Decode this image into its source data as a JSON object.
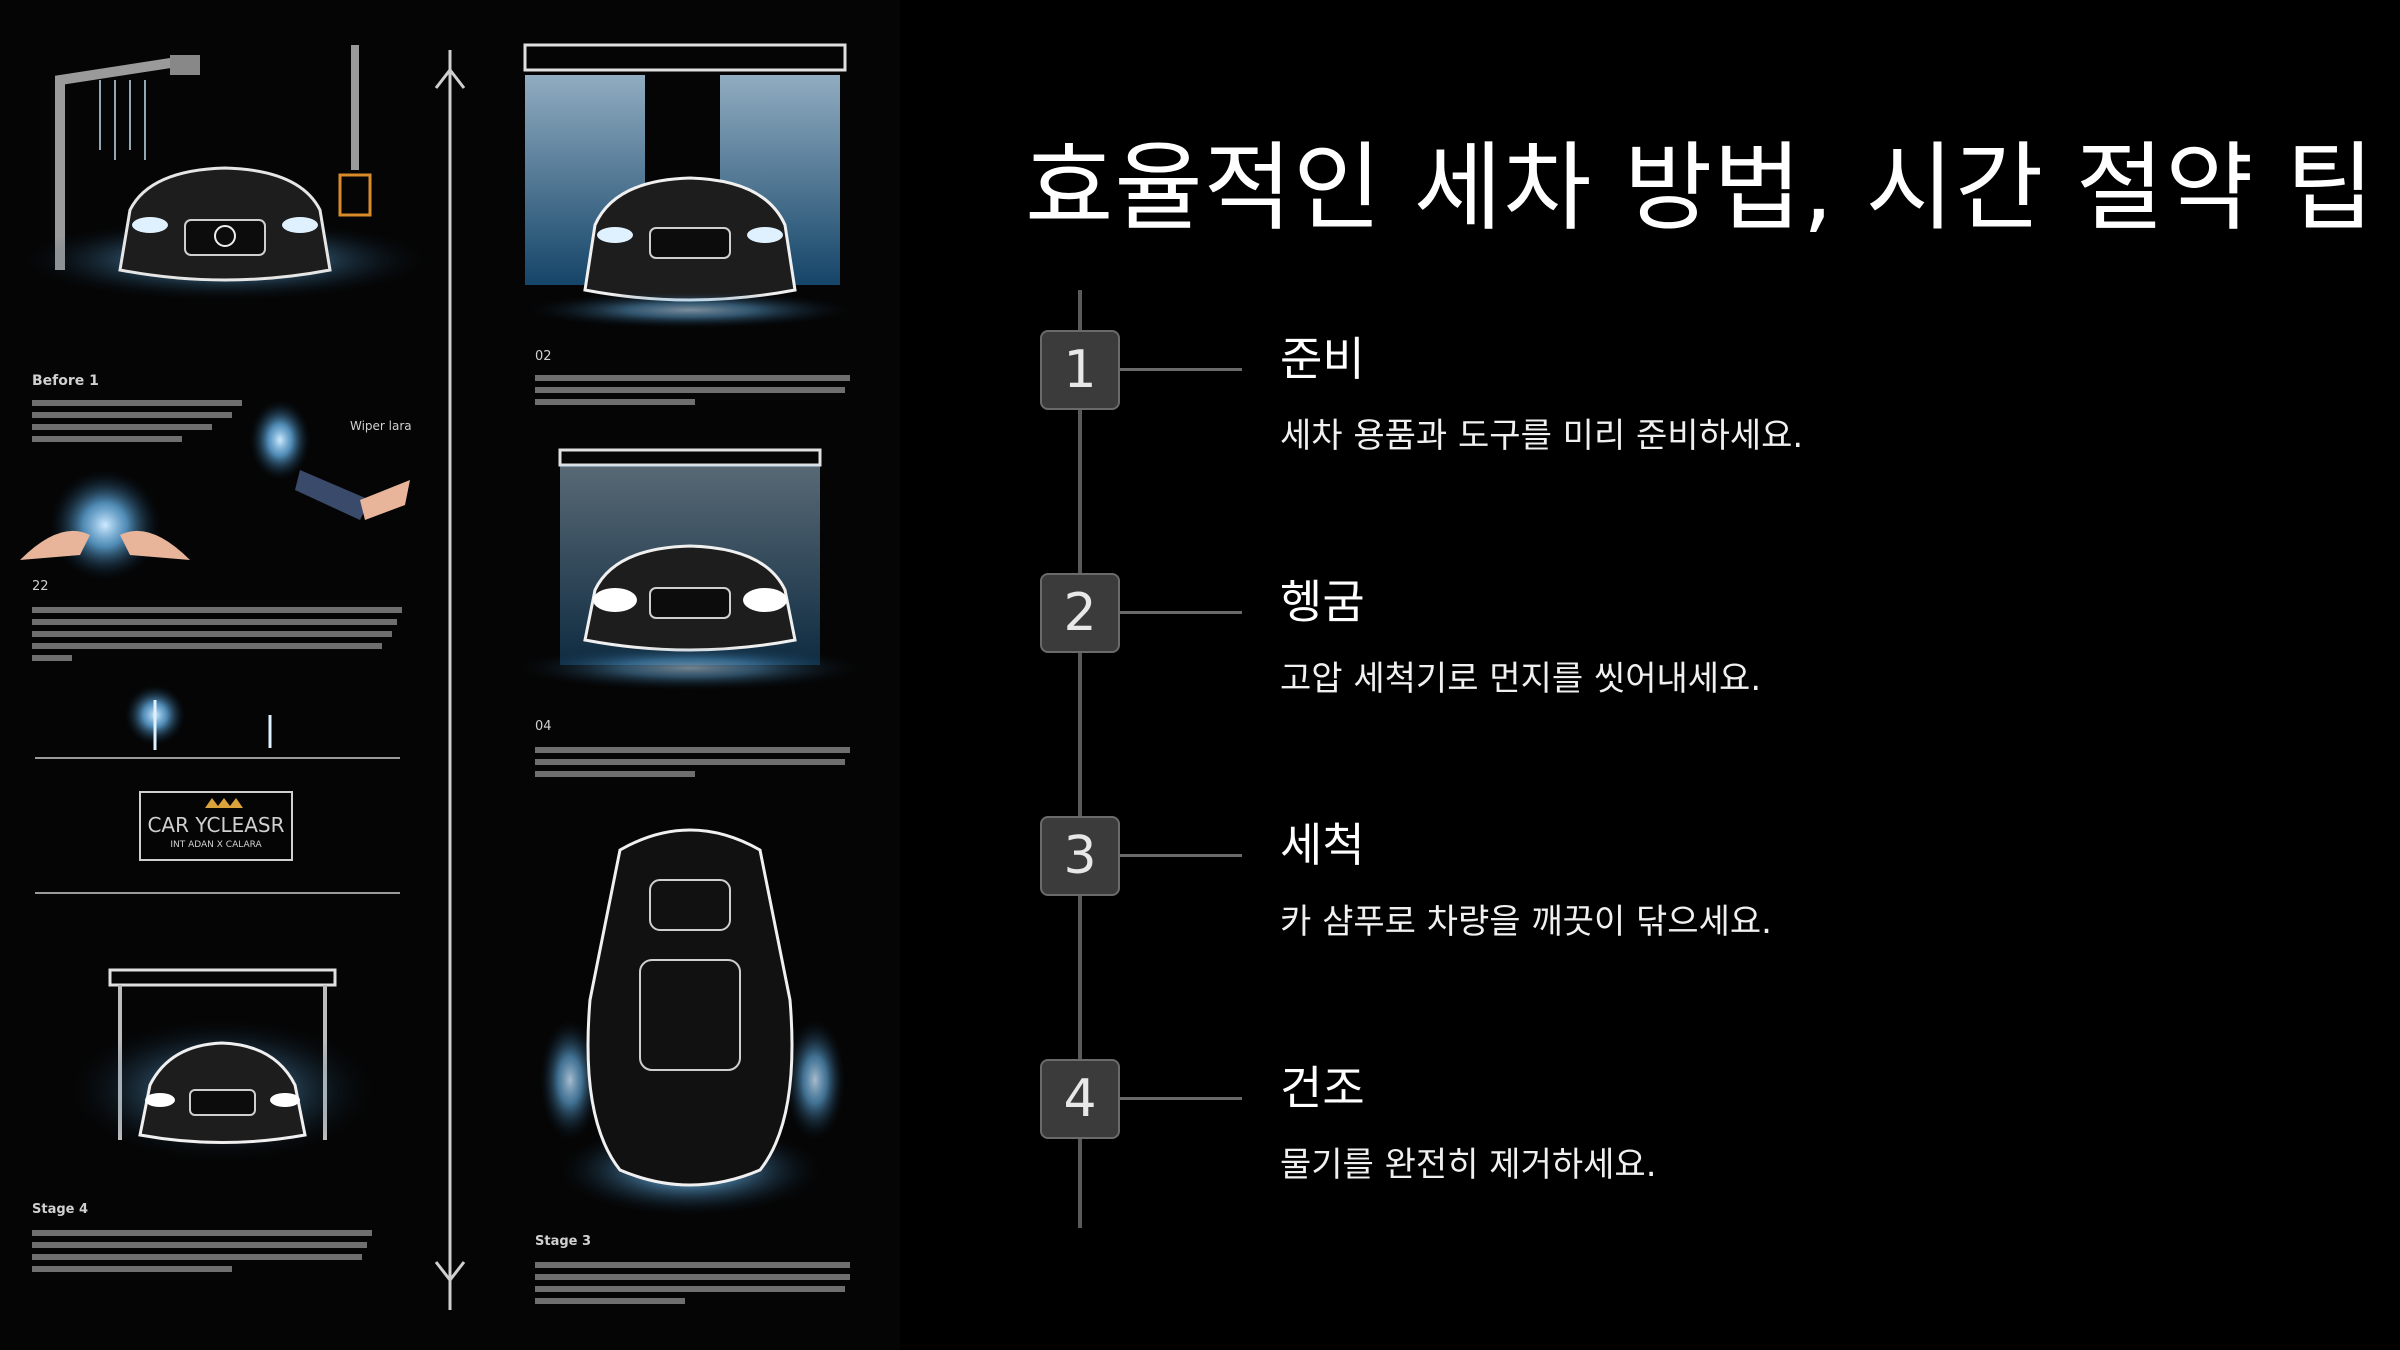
{
  "slide": {
    "title": "효율적인 세차 방법, 시간 절약 팁"
  },
  "steps": [
    {
      "number": "1",
      "title": "준비",
      "desc": "세차 용품과 도구를 미리 준비하세요."
    },
    {
      "number": "2",
      "title": "헹굼",
      "desc": "고압 세척기로 먼지를 씻어내세요."
    },
    {
      "number": "3",
      "title": "세척",
      "desc": "카 샴푸로 차량을 깨끗이 닦으세요."
    },
    {
      "number": "4",
      "title": "건조",
      "desc": "물기를 완전히 제거하세요."
    }
  ],
  "infographic": {
    "labels": [
      "Before 1",
      "02",
      "22",
      "04",
      "Stage 4",
      "Stage 3",
      "Wiper lara"
    ],
    "logo_text": "CAR YCLEASR",
    "logo_sub": "INT ADAN X CALARA"
  },
  "colors": {
    "background": "#000000",
    "step_box": "#3b3b3b",
    "line": "#5a5a5a",
    "accent_glow": "#6fc3ff"
  }
}
